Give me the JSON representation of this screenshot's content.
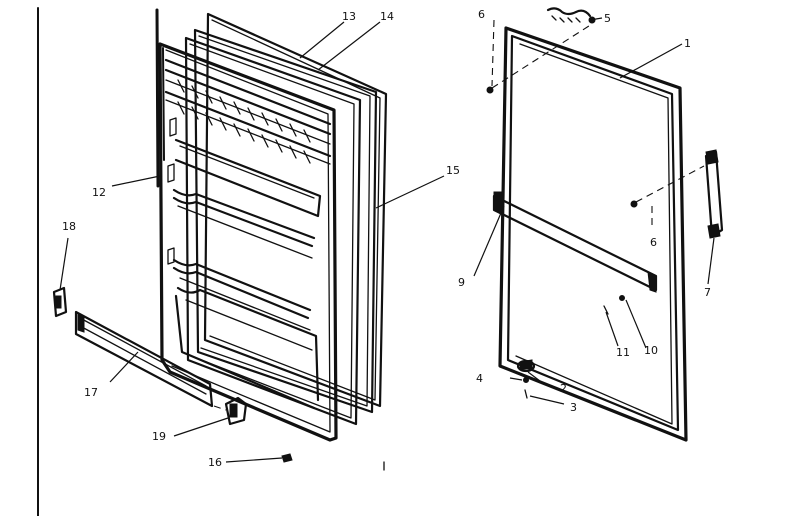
{
  "diagram": {
    "colors": {
      "ink": "#111111",
      "paper": "#ffffff"
    },
    "callouts": {
      "c1": "1",
      "c2": "2",
      "c3": "3",
      "c4": "4",
      "c5": "5",
      "c6a": "6",
      "c6b": "6",
      "c7": "7",
      "c9": "9",
      "c10": "10",
      "c11": "11",
      "c12": "12",
      "c13": "13",
      "c14": "14",
      "c15": "15",
      "c16": "16",
      "c17": "17",
      "c18": "18",
      "c19": "19"
    }
  }
}
